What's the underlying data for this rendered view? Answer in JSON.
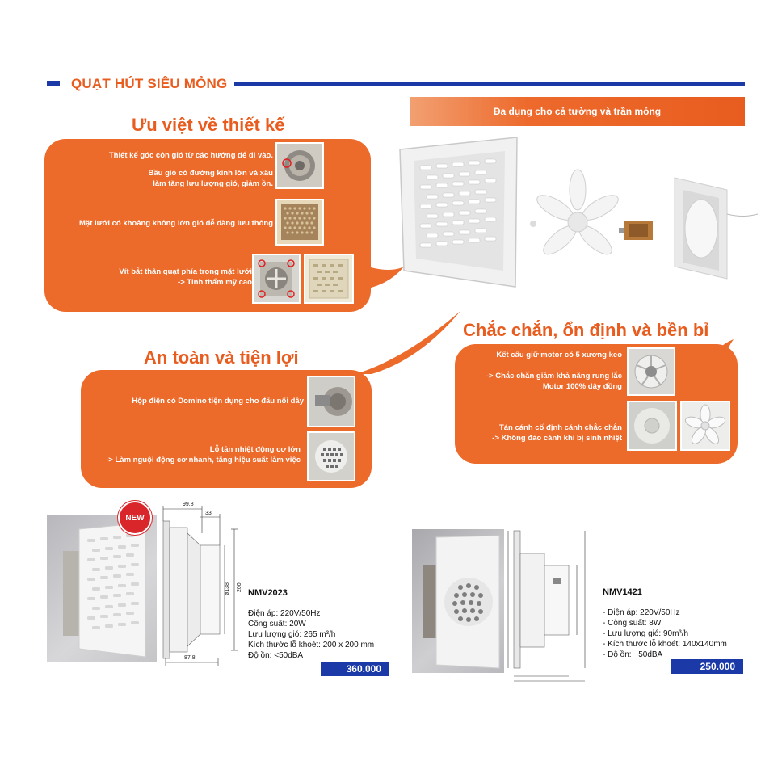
{
  "header": {
    "title": "QUẠT HÚT SIÊU MỎNG"
  },
  "banner": {
    "text": "Đa dụng cho cả tường và trần mỏng"
  },
  "design": {
    "title": "Ưu việt về thiết kế",
    "line1": "Thiết kế góc côn gió từ các hướng để đi vào.",
    "line2a": "Bầu gió có đường kính lớn và xâu",
    "line2b": "làm tăng lưu lượng gió, giảm ồn.",
    "line3": "Mặt lưới có khoảng không lớn gió dễ dàng lưu thông",
    "line4a": "Vít bắt thân quạt phía trong mặt lưới",
    "line4b": "-> Tinh thẩm mỹ cao"
  },
  "safety": {
    "title": "An toàn và tiện lợi",
    "line1": "Hộp điện có Domino tiện dụng cho đấu nối dây",
    "line2a": "Lỗ tản nhiệt động cơ lớn",
    "line2b": "-> Làm nguội động cơ nhanh, tăng hiệu suất làm việc"
  },
  "durable": {
    "title": "Chắc chắn, ổn định và bền bỉ",
    "line1": "Kết cấu giữ motor có 5 xương keo",
    "line2a": "-> Chắc chắn giảm khả năng rung lắc",
    "line2b": "Motor 100% dây đồng",
    "line3a": "Tán cánh cố định cánh chắc chắn",
    "line3b": "-> Không đảo cánh khi bị sinh nhiệt"
  },
  "product1": {
    "badge": "NEW",
    "model": "NMV2023",
    "specs": [
      "Điện áp: 220V/50Hz",
      "Công suất: 20W",
      "Lưu lượng gió: 265 m³/h",
      "Kích thước lỗ khoét: 200 x 200 mm",
      "Độ ồn: <50dBA"
    ],
    "price": "360.000",
    "dim_top": "99.8",
    "dim_small": "33",
    "dim_height": "200",
    "dim_dia": "ø138",
    "dim_bottom": "87.8"
  },
  "product2": {
    "model": "NMV1421",
    "specs": [
      "- Điện áp: 220V/50Hz",
      "- Công suất: 8W",
      "- Lưu lượng gió: 90m³/h",
      "- Kích thước lỗ khoét: 140x140mm",
      "- Độ ồn: ~50dBA"
    ],
    "price": "250.000"
  },
  "colors": {
    "accent_orange": "#ec6a2a",
    "brand_blue": "#1b3aa8",
    "badge_red": "#d9262a"
  }
}
